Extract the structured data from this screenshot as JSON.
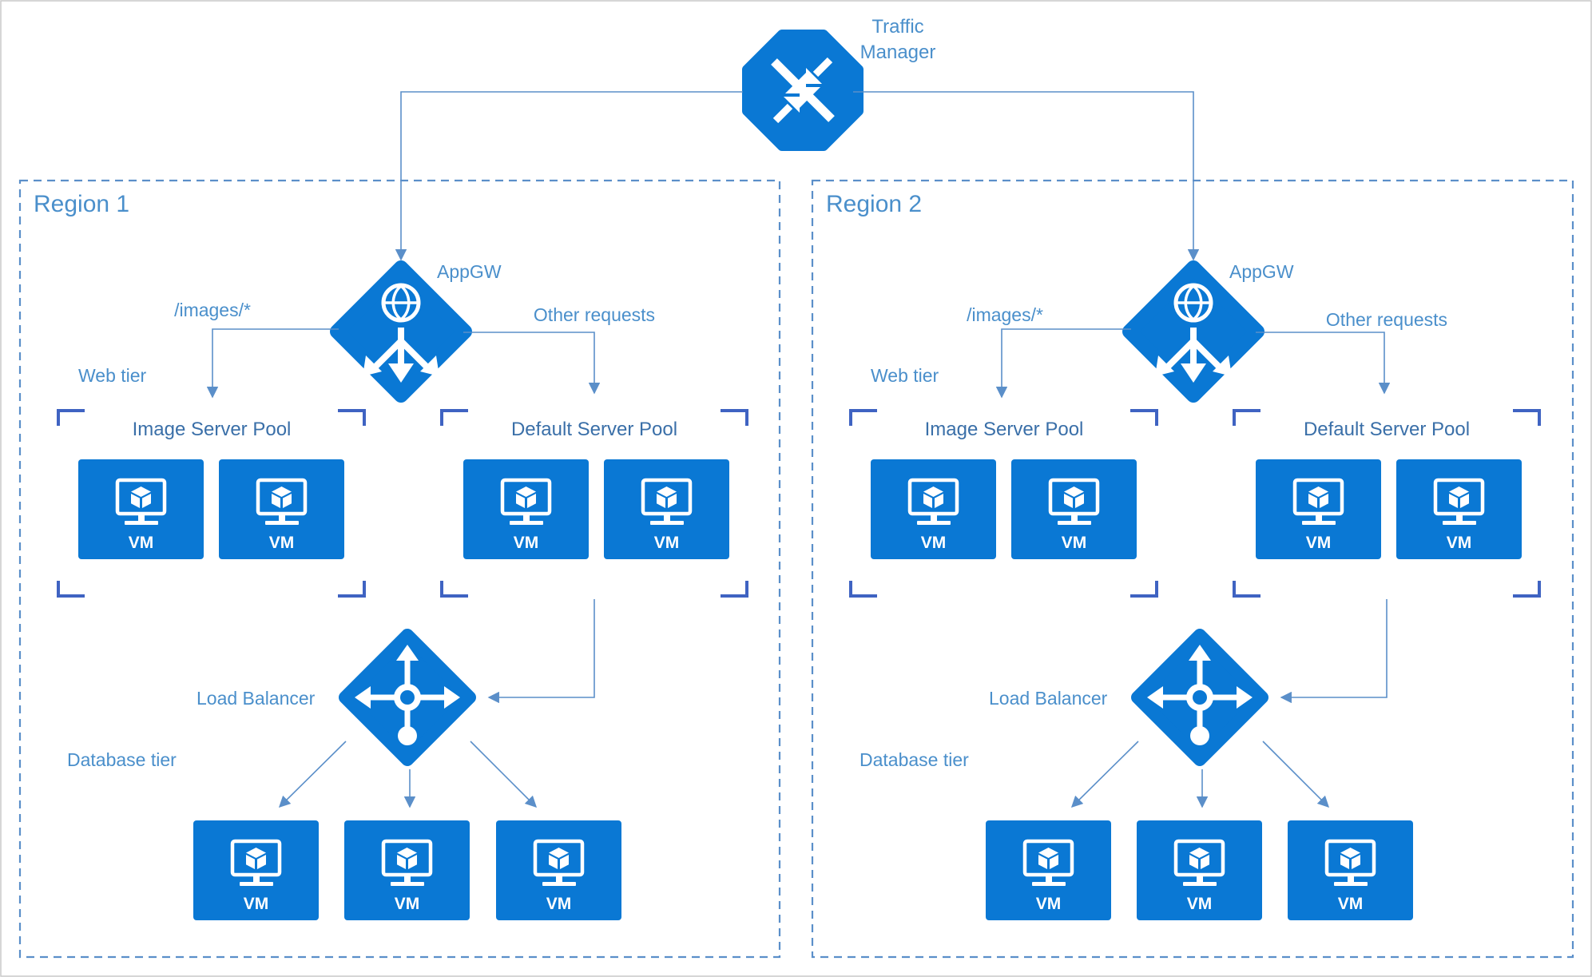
{
  "colors": {
    "primary": "#0a78d4",
    "line": "#5b8fc9",
    "label": "#4a8fcb",
    "bracket": "#3f63c2"
  },
  "traffic_manager": {
    "label_line1": "Traffic",
    "label_line2": "Manager",
    "icon": "traffic-manager-icon"
  },
  "regions": [
    {
      "title": "Region 1",
      "appgw_label": "AppGW",
      "images_route": "/images/*",
      "other_route": "Other requests",
      "web_tier": "Web tier",
      "image_pool": {
        "title": "Image Server Pool",
        "vms": [
          "VM",
          "VM"
        ]
      },
      "default_pool": {
        "title": "Default Server Pool",
        "vms": [
          "VM",
          "VM"
        ]
      },
      "load_balancer": "Load Balancer",
      "database_tier": "Database tier",
      "db_vms": [
        "VM",
        "VM",
        "VM"
      ]
    },
    {
      "title": "Region 2",
      "appgw_label": "AppGW",
      "images_route": "/images/*",
      "other_route": "Other requests",
      "web_tier": "Web tier",
      "image_pool": {
        "title": "Image Server Pool",
        "vms": [
          "VM",
          "VM"
        ]
      },
      "default_pool": {
        "title": "Default Server Pool",
        "vms": [
          "VM",
          "VM"
        ]
      },
      "load_balancer": "Load Balancer",
      "database_tier": "Database tier",
      "db_vms": [
        "VM",
        "VM",
        "VM"
      ]
    }
  ]
}
